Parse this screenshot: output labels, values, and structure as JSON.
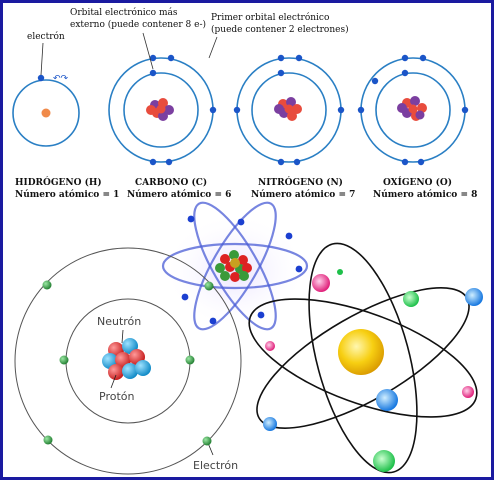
{
  "top_labels": {
    "electron": "electrón",
    "outer_orbital": [
      "Orbital electrónico más",
      "externo (puede contener 8 e-)"
    ],
    "first_orbital": [
      "Primer orbital electrónico",
      "(puede contener 2 electrones)"
    ]
  },
  "atoms": [
    {
      "name": "HIDRÓGENO (H)",
      "number": "Número atómico = 1"
    },
    {
      "name": "CARBONO (C)",
      "number": "Número atómico = 6"
    },
    {
      "name": "NITRÓGENO (N)",
      "number": "Número atómico = 7"
    },
    {
      "name": "OXÍGENO (O)",
      "number": "Número atómico = 8"
    }
  ],
  "bohr_labels": {
    "neutron": "Neutrón",
    "proton": "Protón",
    "electron": "Electrón"
  },
  "colors": {
    "frame": "#1a1aa0",
    "orbit": "#2a7fc4",
    "electron_dot": "#1b55c8",
    "proton": "#e84c3d",
    "neutron": "#7b3fa0",
    "proton_bohr": "#e23030",
    "neutron_bohr": "#1aa3d8",
    "bohr_electron": "#2a8a3a",
    "nucleus_yellow": "#f5c800"
  }
}
